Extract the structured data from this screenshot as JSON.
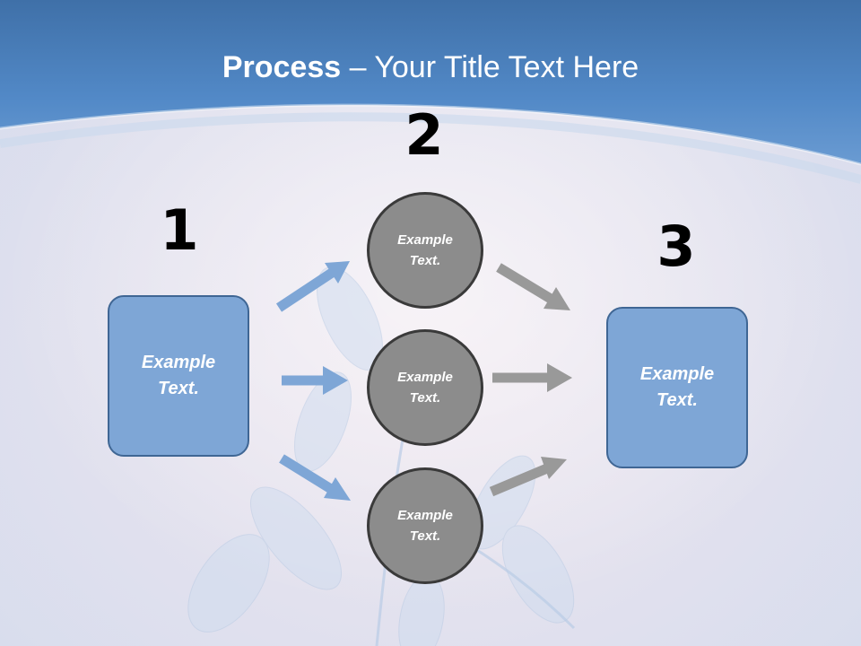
{
  "title": {
    "bold": "Process",
    "rest": " – Your Title Text Here"
  },
  "steps": {
    "one": {
      "number": "1",
      "text": "Example Text."
    },
    "two": {
      "number": "2",
      "items": [
        "Example Text.",
        "Example Text.",
        "Example Text."
      ]
    },
    "three": {
      "number": "3",
      "text": "Example Text."
    }
  },
  "colors": {
    "header": "#4b7fb9",
    "box_fill": "#7ea6d6",
    "circle_fill": "#8c8c8c",
    "arrow_blue": "#7ea6d6",
    "arrow_gray": "#999999"
  }
}
